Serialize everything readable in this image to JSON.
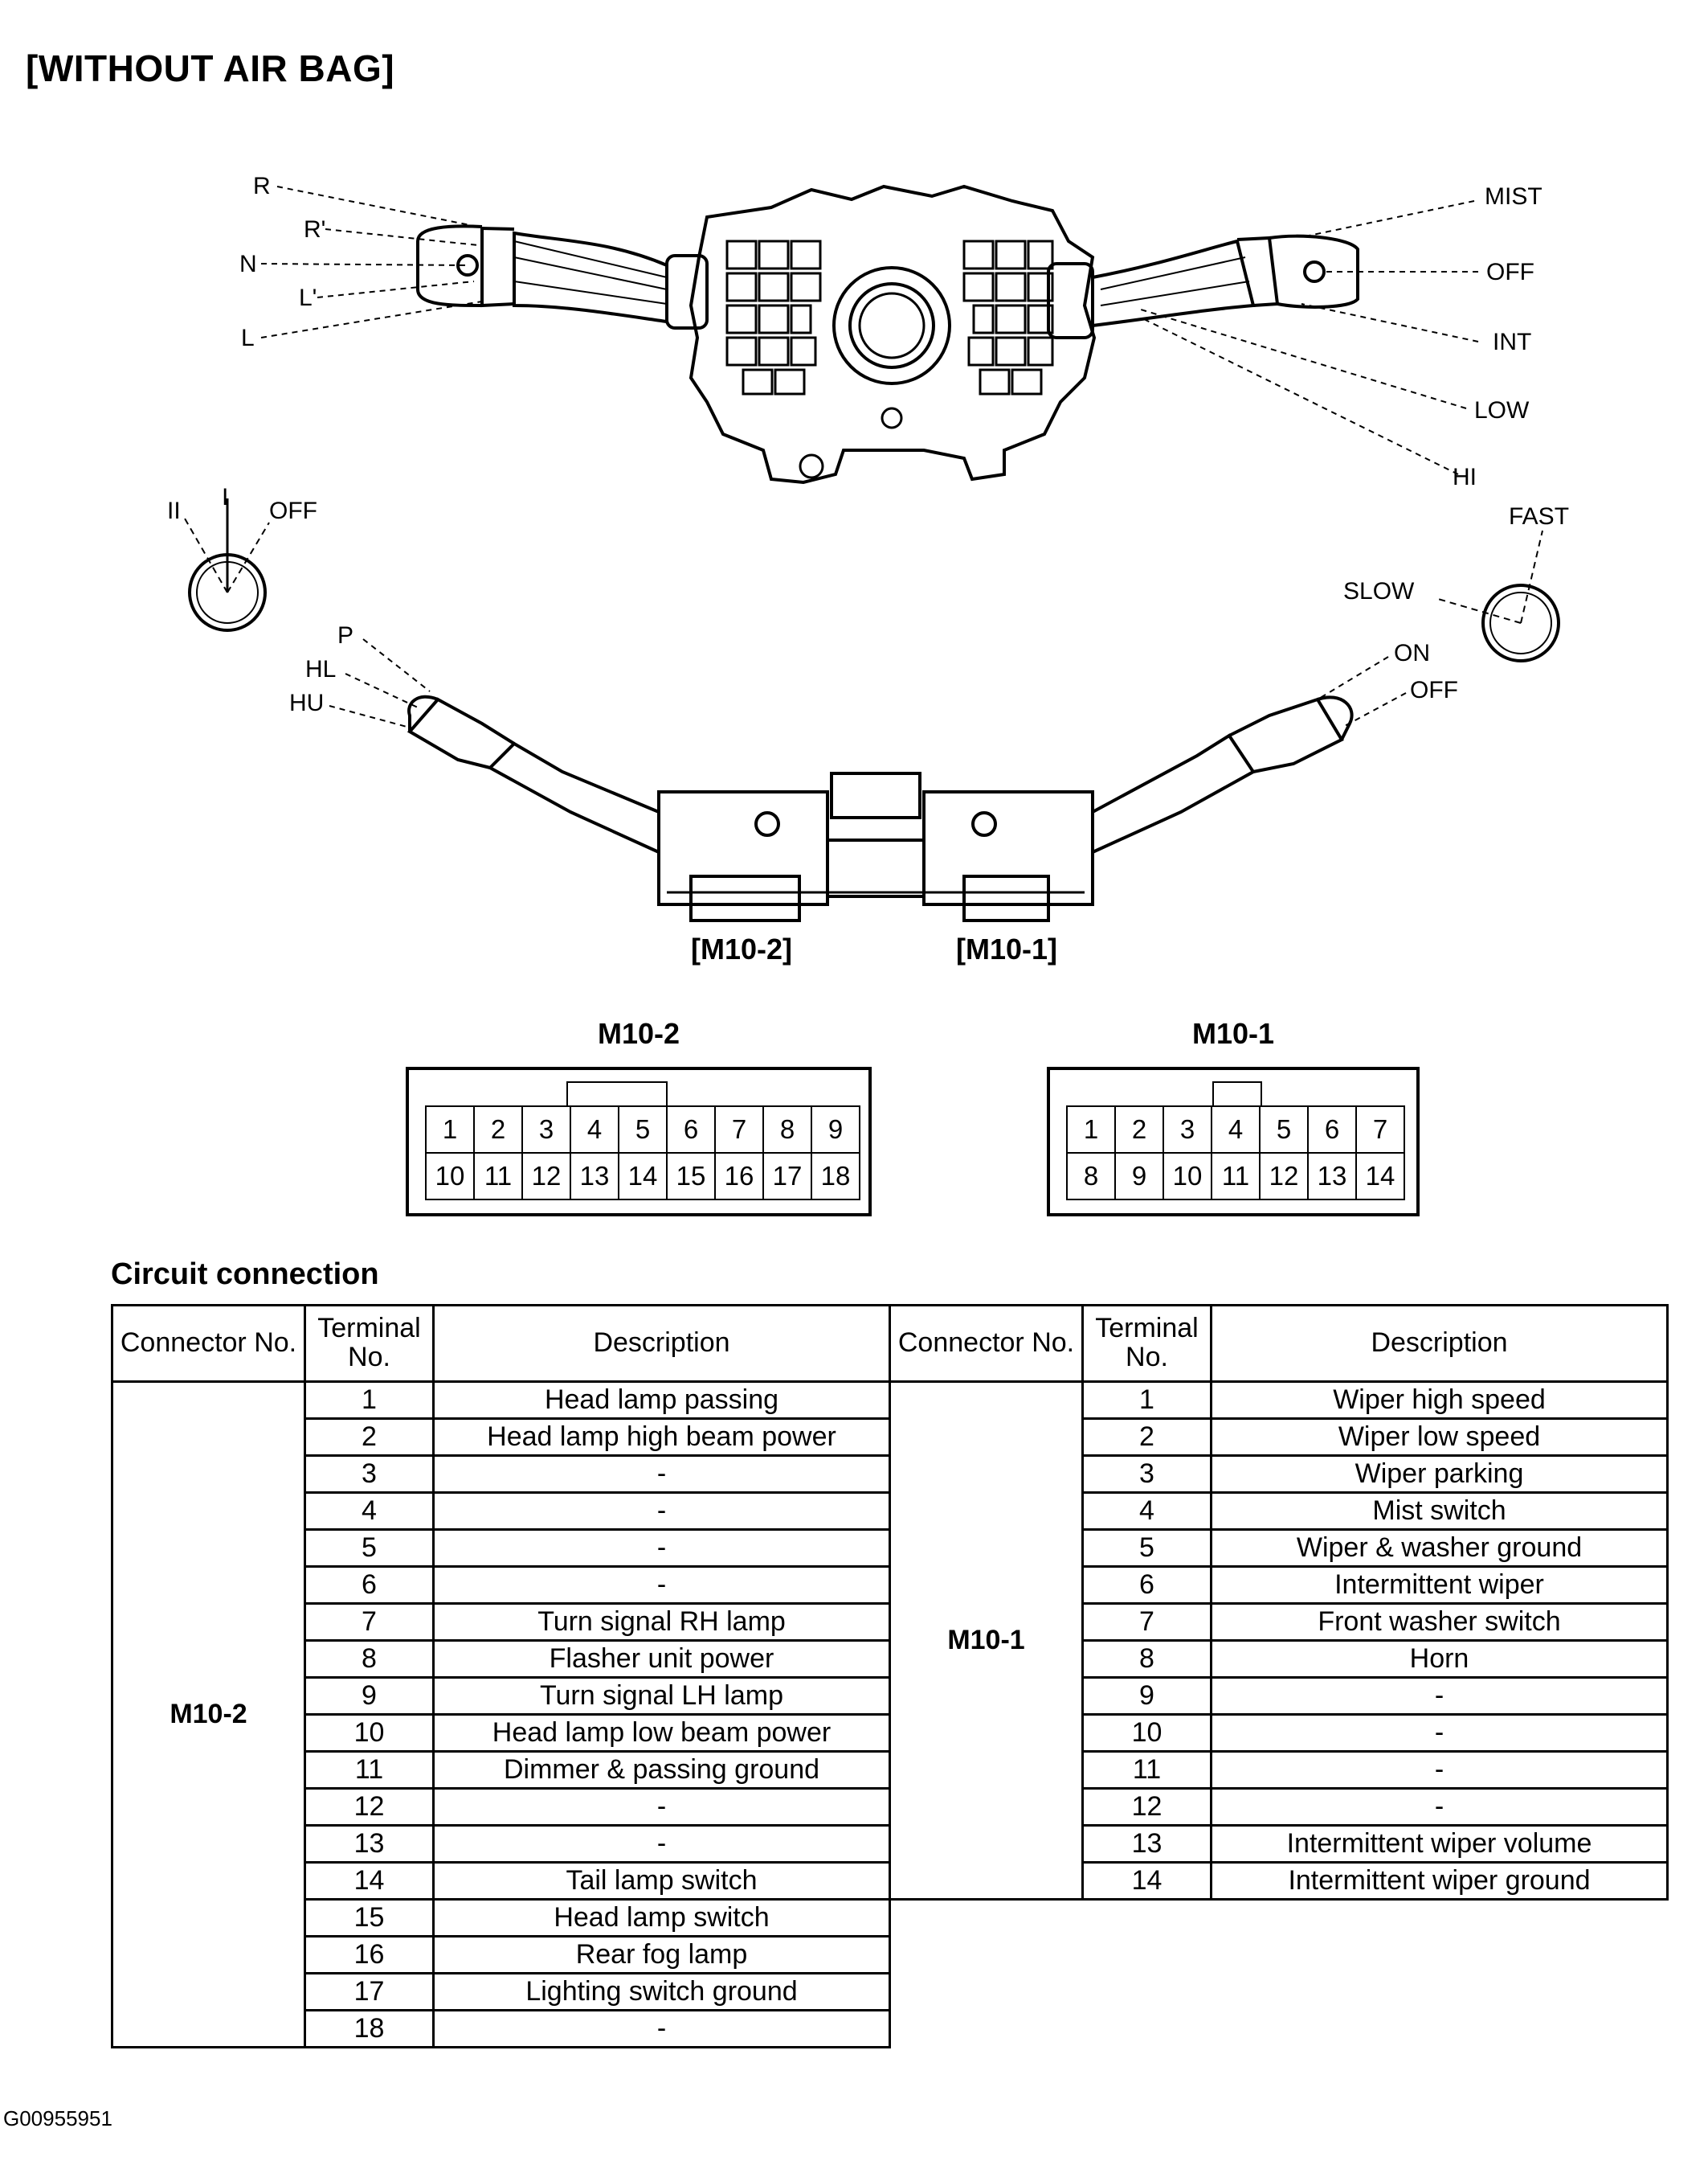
{
  "page": {
    "title": "[WITHOUT AIR BAG]",
    "figure_id": "G00955951"
  },
  "diagram": {
    "left_lever_labels": [
      "R",
      "R'",
      "N",
      "L'",
      "L"
    ],
    "right_lever_labels": [
      "MIST",
      "OFF",
      "INT",
      "LOW",
      "HI"
    ],
    "left_knob_labels": [
      "II",
      "I",
      "OFF"
    ],
    "right_knob_labels": [
      "FAST",
      "SLOW"
    ],
    "light_lever_labels": [
      "P",
      "HL",
      "HU"
    ],
    "washer_lever_labels": [
      "ON",
      "OFF"
    ],
    "connector_callouts": [
      "[M10-2]",
      "[M10-1]"
    ]
  },
  "connectors": {
    "m10_2": {
      "title": "M10-2",
      "row1": [
        "1",
        "2",
        "3",
        "4",
        "5",
        "6",
        "7",
        "8",
        "9"
      ],
      "row2": [
        "10",
        "11",
        "12",
        "13",
        "14",
        "15",
        "16",
        "17",
        "18"
      ]
    },
    "m10_1": {
      "title": "M10-1",
      "row1": [
        "1",
        "2",
        "3",
        "4",
        "5",
        "6",
        "7"
      ],
      "row2": [
        "8",
        "9",
        "10",
        "11",
        "12",
        "13",
        "14"
      ]
    }
  },
  "circuit": {
    "heading": "Circuit connection",
    "headers": {
      "connector": "Connector No.",
      "terminal": "Terminal No.",
      "description": "Description"
    },
    "left_connector": "M10-2",
    "right_connector": "M10-1",
    "left_rows": [
      [
        "1",
        "Head lamp passing"
      ],
      [
        "2",
        "Head lamp high beam power"
      ],
      [
        "3",
        "-"
      ],
      [
        "4",
        "-"
      ],
      [
        "5",
        "-"
      ],
      [
        "6",
        "-"
      ],
      [
        "7",
        "Turn signal RH lamp"
      ],
      [
        "8",
        "Flasher unit power"
      ],
      [
        "9",
        "Turn signal LH lamp"
      ],
      [
        "10",
        "Head lamp low beam power"
      ],
      [
        "11",
        "Dimmer & passing ground"
      ],
      [
        "12",
        "-"
      ],
      [
        "13",
        "-"
      ],
      [
        "14",
        "Tail lamp switch"
      ],
      [
        "15",
        "Head lamp switch"
      ],
      [
        "16",
        "Rear fog lamp"
      ],
      [
        "17",
        "Lighting switch ground"
      ],
      [
        "18",
        "-"
      ]
    ],
    "right_rows": [
      [
        "1",
        "Wiper high speed"
      ],
      [
        "2",
        "Wiper low speed"
      ],
      [
        "3",
        "Wiper parking"
      ],
      [
        "4",
        "Mist switch"
      ],
      [
        "5",
        "Wiper & washer ground"
      ],
      [
        "6",
        "Intermittent wiper"
      ],
      [
        "7",
        "Front washer switch"
      ],
      [
        "8",
        "Horn"
      ],
      [
        "9",
        "-"
      ],
      [
        "10",
        "-"
      ],
      [
        "11",
        "-"
      ],
      [
        "12",
        "-"
      ],
      [
        "13",
        "Intermittent wiper volume"
      ],
      [
        "14",
        "Intermittent wiper ground"
      ]
    ]
  }
}
